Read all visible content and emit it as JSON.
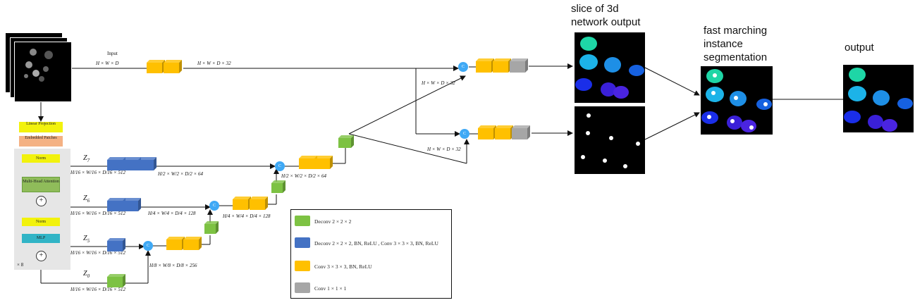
{
  "input": {
    "label": "Input",
    "dims": "H × W × D"
  },
  "top_path": {
    "dims_after_conv": "H × W × D × 32",
    "concat_dims_1": "H × W × D × 32",
    "concat_dims_2": "H × W × D × 32"
  },
  "encoder": {
    "linear_projection": "Linear Projection",
    "embedded_patches": "Embedded Patches",
    "norm1": "Norm",
    "mha": "Multi-Head Attention",
    "norm2": "Norm",
    "mlp": "MLP",
    "repeat": "× 8",
    "plus": "+"
  },
  "skips": [
    {
      "z": "Z",
      "sub": "7",
      "dims": "H/16 × W/16 × D/16 × 512",
      "out": "H/2 × W/2 × D/2 × 64"
    },
    {
      "z": "Z",
      "sub": "6",
      "dims": "H/16 × W/16 × D/16 × 512",
      "out": "H/4 × W/4 × D/4 × 128"
    },
    {
      "z": "Z",
      "sub": "5",
      "dims": "H/16 × W/16 × D/16 × 512",
      "out": "H/8 × W/8 × D/8 × 256"
    },
    {
      "z": "Z",
      "sub": "0",
      "dims": "H/16 × W/16 × D/16 × 512"
    }
  ],
  "up_labels": {
    "l1": "H/4 × W/4 × D/4 × 128",
    "l2": "H/2 × W/2 × D/2 × 64"
  },
  "concat_symbol": "C",
  "headings": {
    "slice": [
      "slice of 3d",
      "network output"
    ],
    "fmm": [
      "fast marching",
      "instance",
      "segmentation"
    ],
    "output": "output"
  },
  "legend": [
    {
      "color": "#7dc243",
      "text": "Deconv 2 × 2 × 2"
    },
    {
      "color": "#4472c4",
      "text": "Deconv 2 × 2 × 2, BN, ReLU , Conv 3 × 3 × 3, BN, ReLU"
    },
    {
      "color": "#ffc000",
      "text": "Conv 3 × 3 × 3, BN, ReLU"
    },
    {
      "color": "#a6a6a6",
      "text": "Conv 1 × 1 × 1"
    }
  ],
  "colors": {
    "green": "#7dc243",
    "blue": "#4472c4",
    "yellow": "#ffc000",
    "gray": "#a6a6a6",
    "concat": "#3fa9f5"
  }
}
